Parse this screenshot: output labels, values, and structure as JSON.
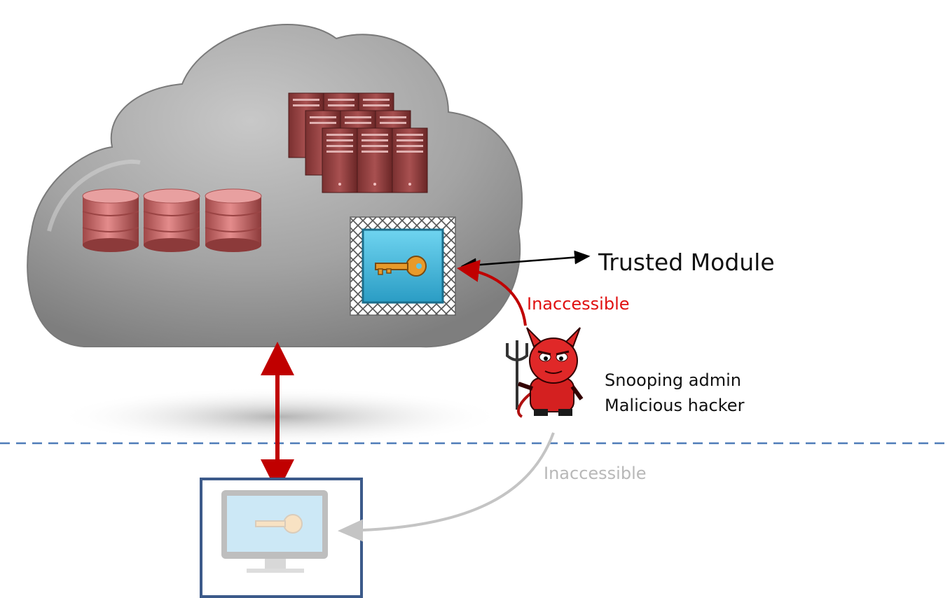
{
  "labels": {
    "trusted_module": "Trusted Module",
    "inaccessible_top": "Inaccessible",
    "snooping_admin": "Snooping admin",
    "malicious_hacker": "Malicious hacker",
    "inaccessible_bottom": "Inaccessible"
  },
  "icons": {
    "cloud": "cloud-icon",
    "databases": "database-icon",
    "servers": "server-rack-icon",
    "secure_key_box": "key-icon",
    "devil": "devil-hacker-icon",
    "client_monitor": "monitor-icon"
  },
  "colors": {
    "cloud_gray": "#9a9a9a",
    "accent_red": "#c00000",
    "inaccessible_red": "#e01010",
    "faded_gray": "#b8b8b8",
    "divider_blue": "#4f7cb8",
    "client_frame": "#3c5a8a",
    "key_box_blue": "#3fb8dc"
  }
}
